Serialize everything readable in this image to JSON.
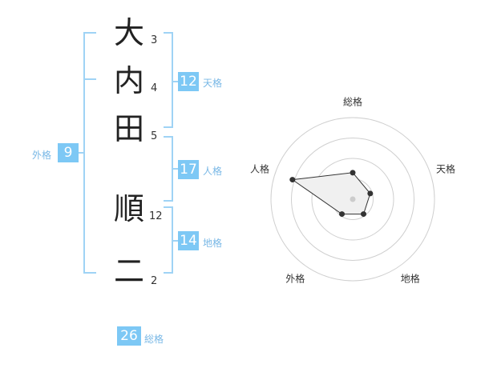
{
  "name": {
    "chars": [
      {
        "char": "大",
        "strokes": "3"
      },
      {
        "char": "内",
        "strokes": "4"
      },
      {
        "char": "田",
        "strokes": "5"
      },
      {
        "char": "順",
        "strokes": "12"
      },
      {
        "char": "二",
        "strokes": "2"
      }
    ]
  },
  "kaku": {
    "tenkaku": {
      "value": "12",
      "label": "天格"
    },
    "jinkaku": {
      "value": "17",
      "label": "人格"
    },
    "chikaku": {
      "value": "14",
      "label": "地格"
    },
    "gaikaku": {
      "value": "9",
      "label": "外格"
    },
    "soukaku": {
      "value": "26",
      "label": "総格"
    }
  },
  "colors": {
    "accent": "#7dc8f5",
    "bracket": "#9fd3f5",
    "label": "#79b8e6",
    "text": "#222222"
  },
  "chart_data": {
    "type": "radar",
    "axes": [
      "総格",
      "天格",
      "地格",
      "外格",
      "人格"
    ],
    "levels": 4,
    "range": [
      0,
      4
    ],
    "values": [
      1.3,
      0.9,
      0.9,
      0.9,
      3.1
    ]
  }
}
